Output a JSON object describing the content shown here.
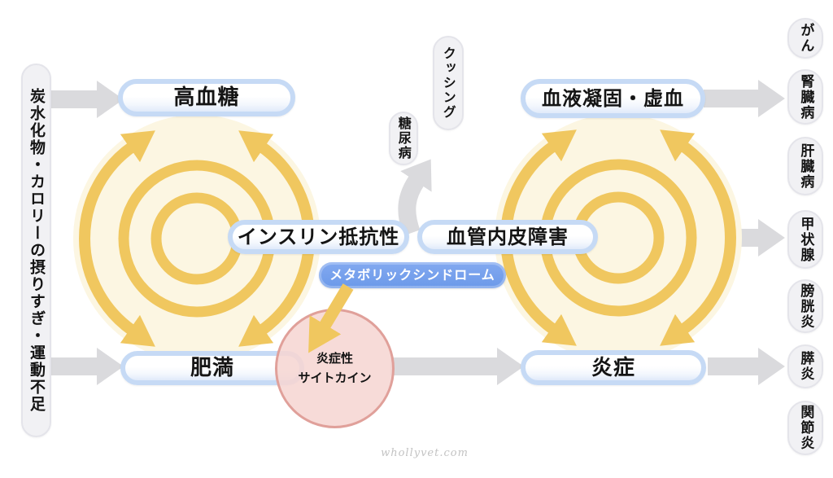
{
  "causes": {
    "left_label": "炭水化物・カロリーの摂りすぎ・運動不足"
  },
  "nodes": {
    "hyperglycemia": "高血糖",
    "cushing": "クッシング",
    "diabetes": "糖尿病",
    "coagulation_ischemia": "血液凝固・虚血",
    "insulin_resistance": "インスリン抵抗性",
    "vascular_endothelial_damage": "血管内皮障害",
    "metabolic_syndrome": "メタボリックシンドローム",
    "obesity": "肥満",
    "inflammatory_cytokines_line1": "炎症性",
    "inflammatory_cytokines_line2": "サイトカイン",
    "inflammation": "炎症"
  },
  "outcomes": [
    "がん",
    "腎臓病",
    "肝臓病",
    "甲状腺",
    "膀胱炎",
    "膵炎",
    "関節炎"
  ],
  "watermark": "whollyvet.com",
  "colors": {
    "cycle_yellow": "#f0c75f",
    "cycle_fill": "#fcf6e2",
    "arrow_gray": "#dadadd",
    "pill_blue_border": "#c6daf5",
    "metabo_blue": "#6d9bea",
    "cytokine_pink_fill": "#f6d6d2",
    "cytokine_pink_border": "#e0a09a"
  }
}
